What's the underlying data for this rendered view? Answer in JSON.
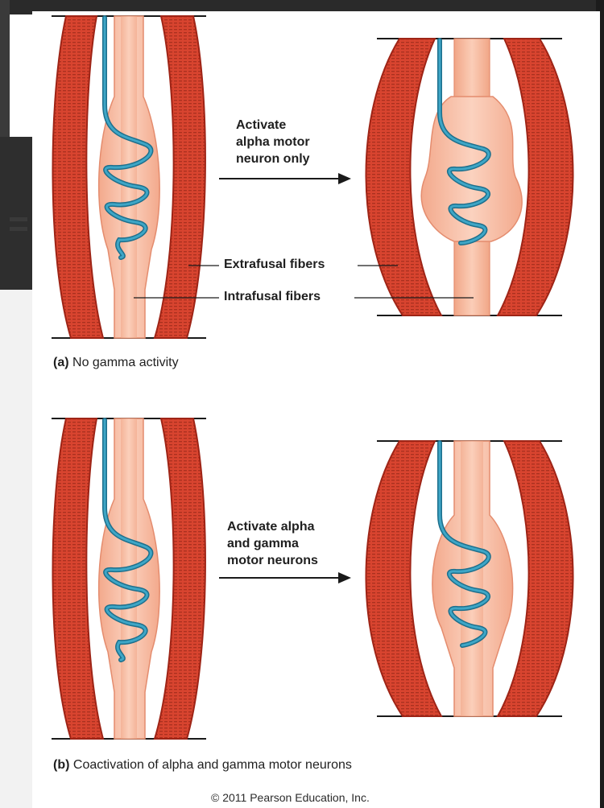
{
  "panel_a": {
    "arrow_line1": "Activate",
    "arrow_line2": "alpha motor",
    "arrow_line3": "neuron only",
    "caption_letter": "(a)",
    "caption_text": " No gamma activity"
  },
  "panel_b": {
    "arrow_line1": "Activate alpha",
    "arrow_line2": "and gamma",
    "arrow_line3": "motor neurons",
    "caption_letter": "(b)",
    "caption_text": " Coactivation of alpha and gamma motor neurons"
  },
  "labels": {
    "extrafusal": "Extrafusal fibers",
    "intrafusal": "Intrafusal fibers"
  },
  "copyright": "© 2011 Pearson Education, Inc.",
  "colors": {
    "extrafusal_fill": "#d8442f",
    "extrafusal_stripe": "#9e2416",
    "intrafusal_fill": "#f7b79c",
    "spindle_fill": "#f8c3aa",
    "nerve": "#2b8fb0",
    "background_frame": "#2a2a2a"
  }
}
